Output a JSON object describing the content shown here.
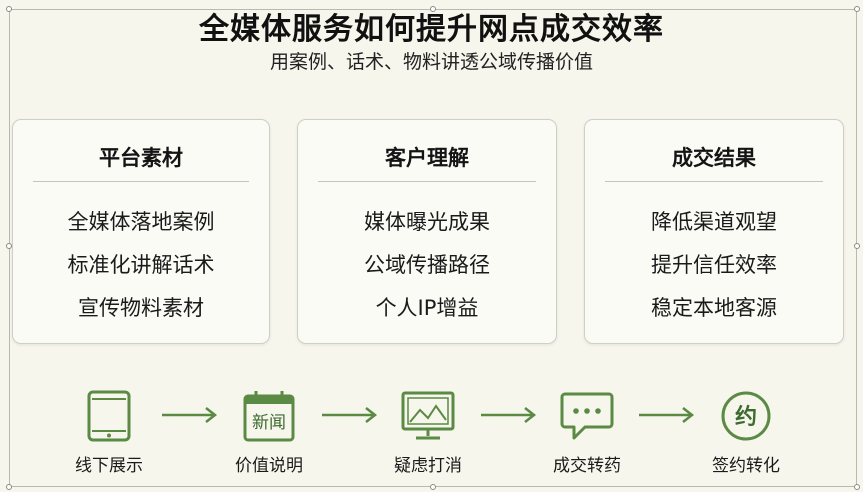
{
  "header": {
    "title": "全媒体服务如何提升网点成交效率",
    "subtitle": "用案例、话术、物料讲透公域传播价值"
  },
  "cards": [
    {
      "title": "平台素材",
      "items": [
        "全媒体落地案例",
        "标准化讲解话术",
        "宣传物料素材"
      ]
    },
    {
      "title": "客户理解",
      "items": [
        "媒体曝光成果",
        "公域传播路径",
        "个人IP增益"
      ]
    },
    {
      "title": "成交结果",
      "items": [
        "降低渠道观望",
        "提升信任效率",
        "稳定本地客源"
      ]
    }
  ],
  "flow": {
    "steps": [
      {
        "label": "线下展示",
        "icon": "tablet-icon"
      },
      {
        "label": "价值说明",
        "icon": "news-calendar-icon",
        "icon_text": "新闻"
      },
      {
        "label": "疑虑打消",
        "icon": "monitor-chart-icon"
      },
      {
        "label": "成交转药",
        "icon": "chat-bubble-icon"
      },
      {
        "label": "签约转化",
        "icon": "seal-icon",
        "icon_text": "约"
      }
    ]
  },
  "colors": {
    "accent_green": "#5b8a45",
    "background": "#f6f6ec",
    "card_border": "#cfcfc8"
  }
}
